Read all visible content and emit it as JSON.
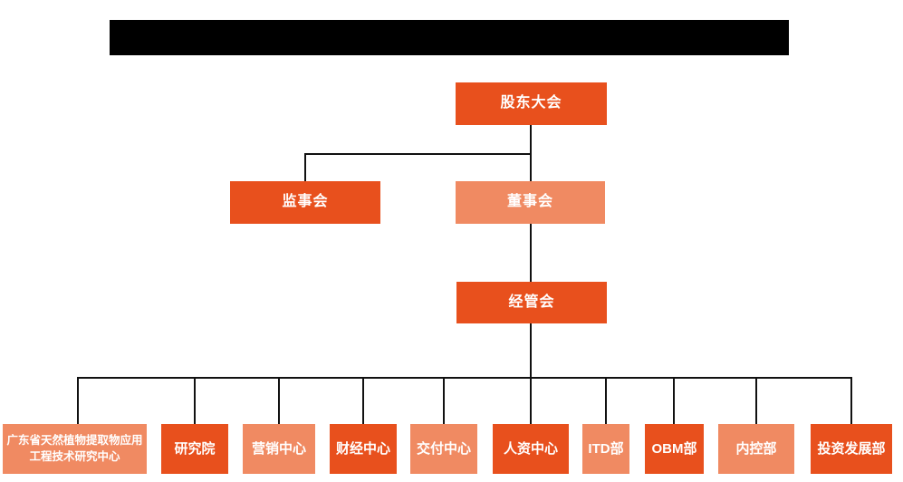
{
  "colors": {
    "primary": "#E8501D",
    "secondary": "#F08A62",
    "connector": "#111111",
    "redaction": "#000000",
    "background": "#FFFFFF",
    "text_on_node": "#FFFFFF"
  },
  "header": {
    "redacted_title": ""
  },
  "org": {
    "root": {
      "label": "股东大会",
      "variant": "primary"
    },
    "level2": [
      {
        "label": "监事会",
        "variant": "primary"
      },
      {
        "label": "董事会",
        "variant": "secondary"
      }
    ],
    "level3": [
      {
        "label": "经管会",
        "variant": "primary"
      }
    ],
    "departments": [
      {
        "label": "广东省天然植物提取物应用工程技术研究中心",
        "variant": "secondary"
      },
      {
        "label": "研究院",
        "variant": "primary"
      },
      {
        "label": "营销中心",
        "variant": "secondary"
      },
      {
        "label": "财经中心",
        "variant": "primary"
      },
      {
        "label": "交付中心",
        "variant": "secondary"
      },
      {
        "label": "人资中心",
        "variant": "primary"
      },
      {
        "label": "ITD部",
        "variant": "secondary"
      },
      {
        "label": "OBM部",
        "variant": "primary"
      },
      {
        "label": "内控部",
        "variant": "secondary"
      },
      {
        "label": "投资发展部",
        "variant": "primary"
      }
    ]
  }
}
